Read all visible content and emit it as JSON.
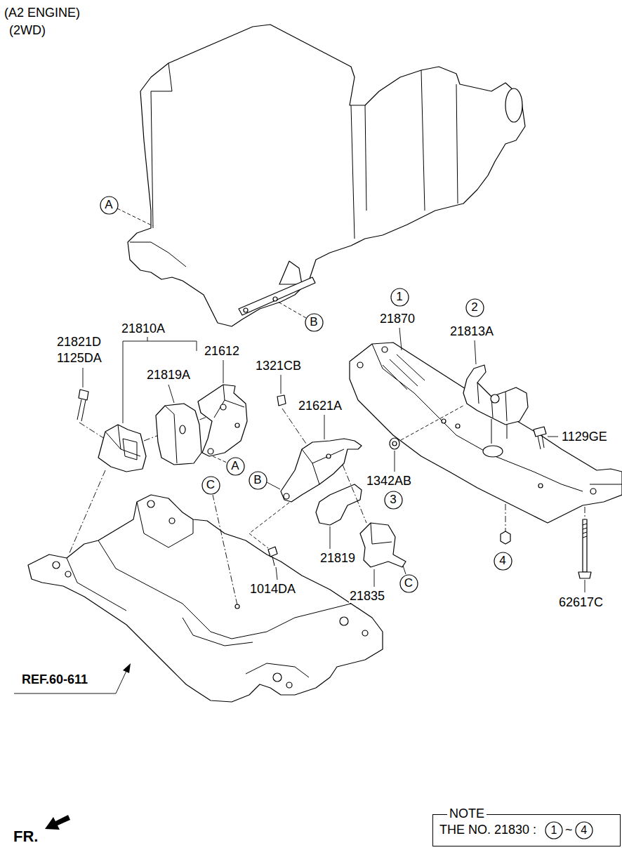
{
  "diagram": {
    "nodes": [
      {
        "text": [
          "A"
        ]
      },
      {
        "text": [
          "1"
        ]
      },
      {
        "text": [
          "2"
        ]
      },
      {
        "text": [
          "B"
        ]
      },
      {
        "text": [
          "A"
        ]
      },
      {
        "text": [
          "B"
        ]
      },
      {
        "text": [
          "C"
        ]
      },
      {
        "text": [
          "3"
        ]
      },
      {
        "text": [
          "4"
        ]
      },
      {
        "text": [
          "C"
        ]
      },
      {
        "text": [
          "NOTE",
          "THE NO. 21830 :",
          "~"
        ]
      },
      {
        "text": [
          "1"
        ],
        "in": 10
      },
      {
        "text": [
          "4"
        ],
        "in": 10
      }
    ],
    "labels": [
      "(A2 ENGINE)",
      "(2WD)",
      "21821D",
      "1125DA",
      "21810A",
      "21819A",
      "21612",
      "1321CB",
      "21621A",
      "21870",
      "21813A",
      "1129GE",
      "1342AB",
      "21819",
      "1014DA",
      "21835",
      "62617C",
      "REF.60-611",
      "FR."
    ]
  }
}
